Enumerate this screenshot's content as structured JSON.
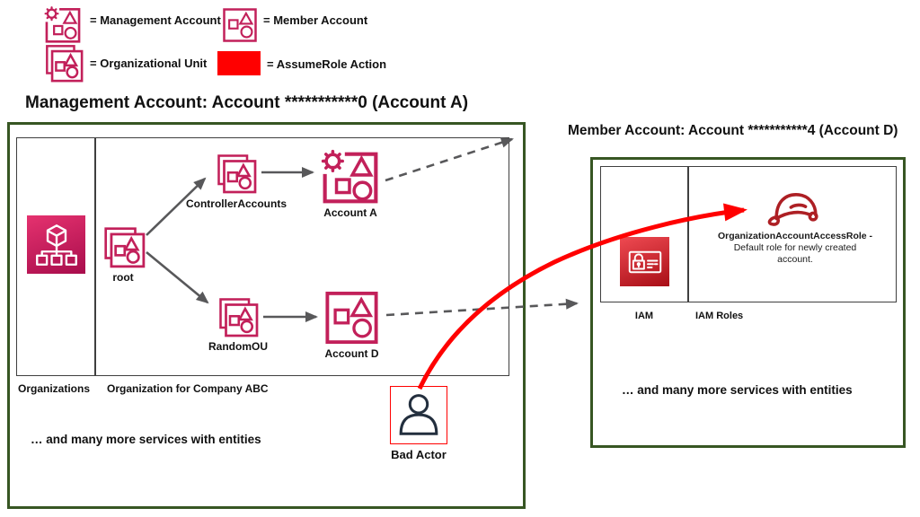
{
  "legend": {
    "management_account": "= Management Account",
    "member_account": "= Member Account",
    "organizational_unit": "= Organizational Unit",
    "assumerole_action": "= AssumeRole Action"
  },
  "management_account_box": {
    "title": "Management Account: Account ***********0 (Account A)",
    "service_label": "Organizations",
    "org_label": "Organization for Company ABC",
    "root_label": "root",
    "controller_ou_label": "ControllerAccounts",
    "account_a_label": "Account A",
    "random_ou_label": "RandomOU",
    "account_d_label": "Account D",
    "more_services_text": "… and many more services with entities"
  },
  "bad_actor": {
    "label": "Bad Actor"
  },
  "member_account_box": {
    "title": "Member Account: Account ***********4 (Account D)",
    "service_label": "IAM",
    "section_label": "IAM Roles",
    "role_name": "OrganizationAccountAccessRole -",
    "role_desc_1": "Default role for newly created",
    "role_desc_2": "account.",
    "more_services_text": "… and many more services with entities"
  },
  "icons": {
    "management_account": "square-with-gear-triangle-square-circle",
    "member_account": "square-with-square-triangle-circle",
    "organizational_unit": "stacked-squares-with-shapes",
    "organizations_service": "cube-org-tree-on-pink-gradient",
    "iam_service": "id-card-lock-on-red-gradient",
    "iam_role": "red-hard-hat",
    "bad_actor": "person-outline",
    "assumerole_action": "red-rectangle"
  },
  "colors": {
    "account_outline": "#C2205A",
    "green_border": "#375623",
    "assume_role_red": "#FF0000",
    "arrow_gray": "#58585A",
    "bad_actor_navy": "#232F3E",
    "role_red": "#AD1F24"
  }
}
